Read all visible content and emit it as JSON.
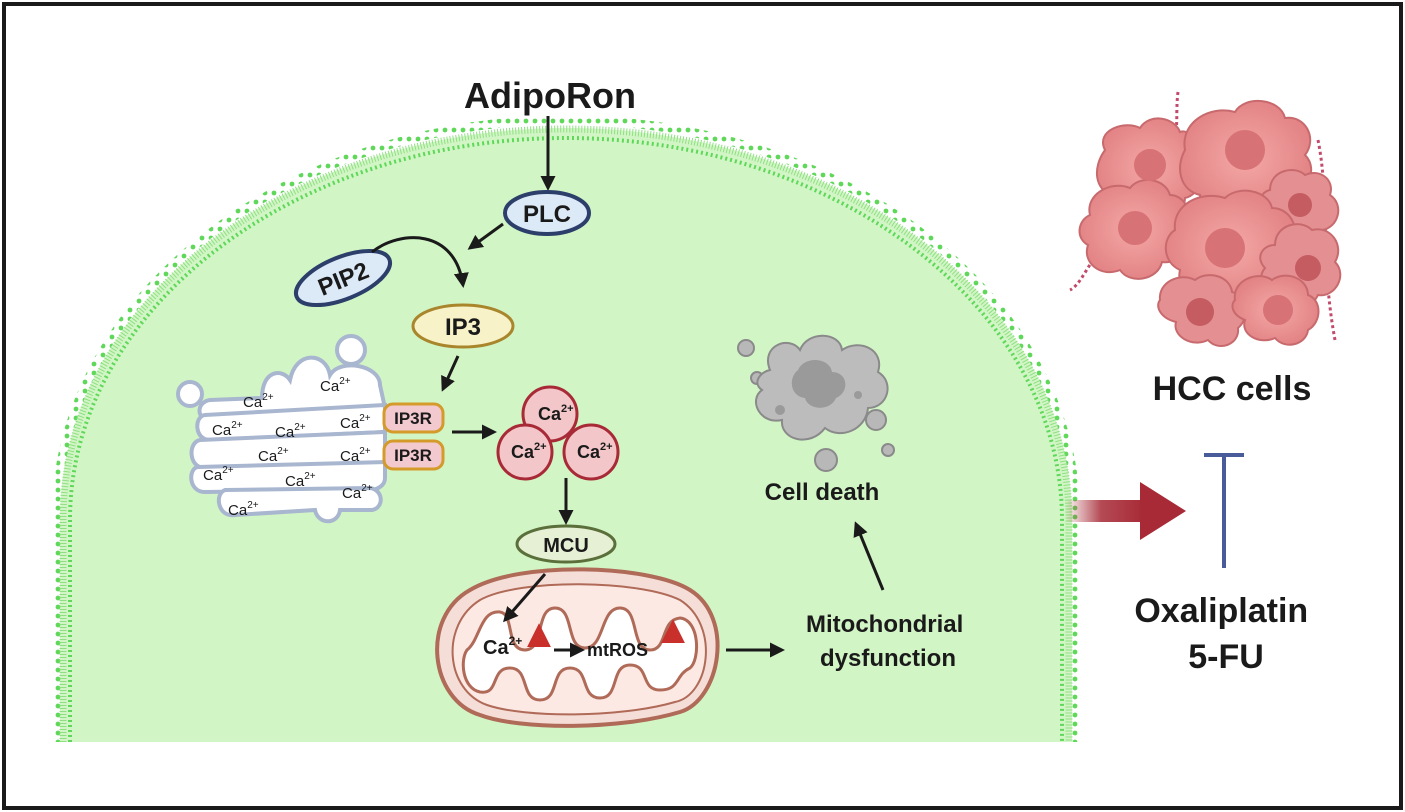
{
  "labels": {
    "adiporon": "AdipoRon",
    "plc": "PLC",
    "pip2": "PIP2",
    "ip3": "IP3",
    "ip3r_top": "IP3R",
    "ip3r_bottom": "IP3R",
    "ca_base": "Ca",
    "ca_charge": "2+",
    "mcu": "MCU",
    "mtros": "mtROS",
    "mito_dysfunction_line1": "Mitochondrial",
    "mito_dysfunction_line2": "dysfunction",
    "cell_death": "Cell death",
    "hcc_cells": "HCC cells",
    "drug_line1": "Oxaliplatin",
    "drug_line2": "5-FU"
  },
  "colors": {
    "cell_fill": "#d2f5c6",
    "membrane": "#5fd85a",
    "arrow": "#1a1a1a",
    "red_arrow": "#a72a36",
    "inhibit_bar": "#4a5b9a",
    "plc_fill": "#dce9f7",
    "ip3_fill": "#f8f2c8",
    "mcu_fill": "#e6f0d4",
    "ca_fill": "#f3c7c9",
    "ip3r_fill": "#f3c9d0",
    "mito_fill": "#f6ded8",
    "er_fill": "#ffffff"
  }
}
